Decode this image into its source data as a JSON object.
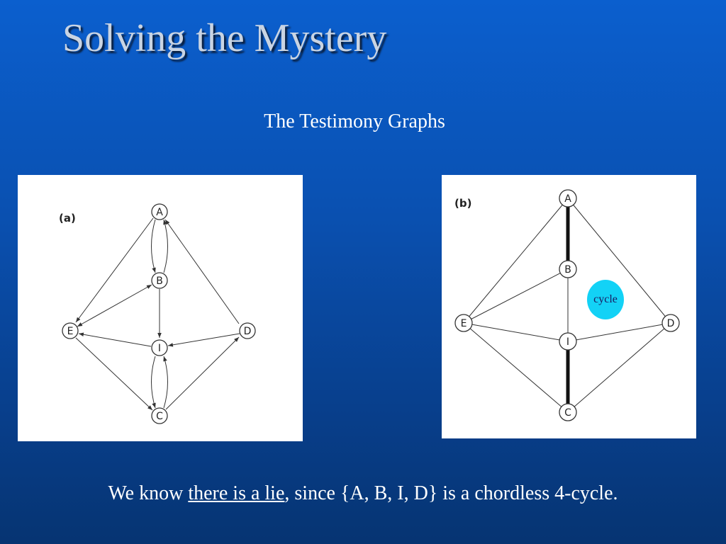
{
  "slide": {
    "title": "Solving the Mystery",
    "subtitle": "The Testimony Graphs",
    "caption": {
      "before": "We know ",
      "underlined": "there is a lie",
      "after": ", since  {A, B, I, D} is a chordless 4-cycle."
    },
    "cycle_badge": "cycle"
  },
  "graph_a": {
    "label": "(a)",
    "nodes": [
      "A",
      "B",
      "E",
      "I",
      "D",
      "C"
    ],
    "directed": true
  },
  "graph_b": {
    "label": "(b)",
    "nodes": [
      "A",
      "B",
      "E",
      "I",
      "D",
      "C"
    ],
    "directed": false,
    "highlighted_edges": [
      "A-B",
      "I-C"
    ]
  },
  "colors": {
    "background_top": "#0b5fce",
    "background_bottom": "#063472",
    "title": "#c9d4e3",
    "badge": "#13d2f6"
  }
}
